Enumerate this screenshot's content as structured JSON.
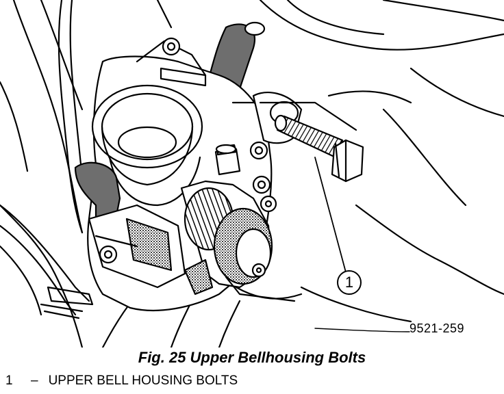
{
  "figure": {
    "caption": "Fig. 25 Upper Bellhousing Bolts",
    "reference_code": "9521-259"
  },
  "callouts": [
    {
      "number": "1"
    }
  ],
  "legend": [
    {
      "number": "1",
      "separator": "–",
      "label": "UPPER BELL HOUSING BOLTS"
    }
  ],
  "colors": {
    "ink": "#000000",
    "paper": "#ffffff",
    "shade": "#6e6e6e"
  }
}
